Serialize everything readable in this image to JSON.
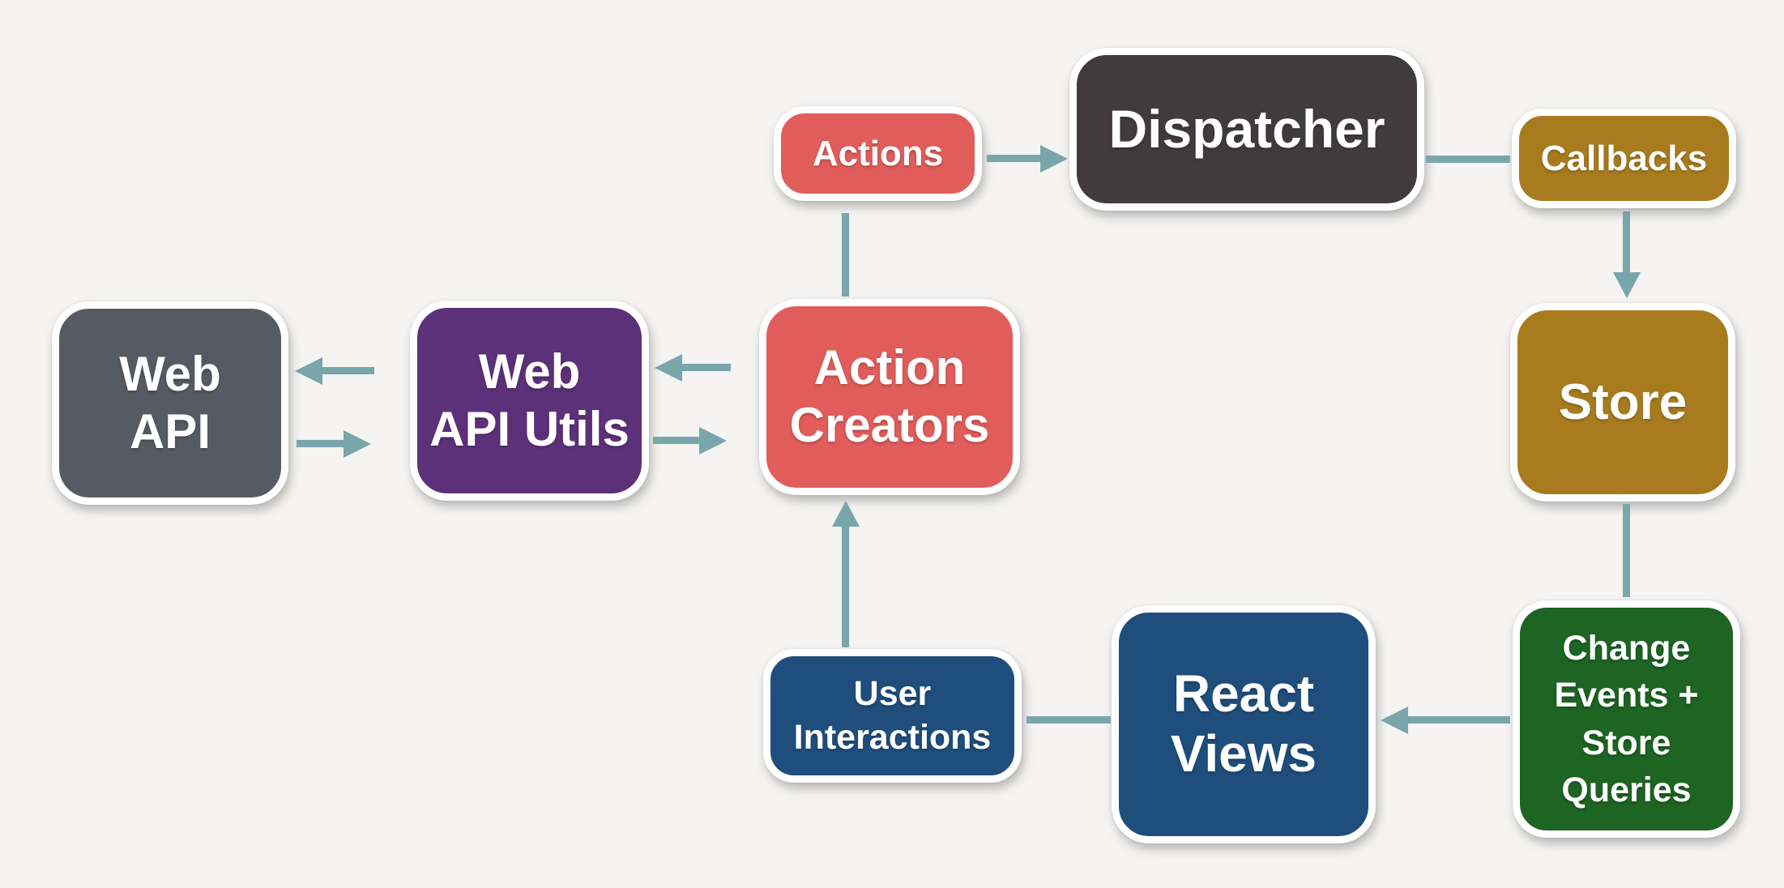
{
  "diagram": {
    "type": "flowchart",
    "description_visible_nodes": 10
  },
  "nodes": {
    "actions": {
      "label": "Actions",
      "color": "#e05d5b"
    },
    "dispatcher": {
      "label": "Dispatcher",
      "color": "#403c3d"
    },
    "callbacks": {
      "label": "Callbacks",
      "color": "#a87b1f"
    },
    "store": {
      "label": "Store",
      "color": "#a87b1f"
    },
    "web_api": {
      "label": "Web\nAPI",
      "color": "#565a62"
    },
    "web_api_utils": {
      "label": "Web\nAPI Utils",
      "color": "#5d3179"
    },
    "action_creators": {
      "label": "Action\nCreators",
      "color": "#e05d5b"
    },
    "user_interactions": {
      "label": "User\nInteractions",
      "color": "#1f4e7c"
    },
    "react_views": {
      "label": "React\nViews",
      "color": "#1f4e7c"
    },
    "change_events": {
      "label": "Change\nEvents +\nStore\nQueries",
      "color": "#1e6423"
    }
  },
  "edges": [
    {
      "from": "Actions",
      "to": "Dispatcher",
      "arrowhead": true
    },
    {
      "from": "Dispatcher",
      "to": "Callbacks",
      "arrowhead": false
    },
    {
      "from": "Callbacks",
      "to": "Store",
      "arrowhead": true
    },
    {
      "from": "Store",
      "to": "Change Events + Store Queries",
      "arrowhead": false
    },
    {
      "from": "Change Events + Store Queries",
      "to": "React Views",
      "arrowhead": true
    },
    {
      "from": "React Views",
      "to": "User Interactions",
      "arrowhead": false
    },
    {
      "from": "User Interactions",
      "to": "Action Creators",
      "arrowhead": true
    },
    {
      "from": "Action Creators",
      "to": "Actions",
      "arrowhead": false
    },
    {
      "from": "Action Creators",
      "to": "Web API Utils",
      "arrowhead": true
    },
    {
      "from": "Web API Utils",
      "to": "Action Creators",
      "arrowhead": true
    },
    {
      "from": "Web API Utils",
      "to": "Web API",
      "arrowhead": true
    },
    {
      "from": "Web API",
      "to": "Web API Utils",
      "arrowhead": true
    }
  ],
  "colors": {
    "background": "#f5f4f2",
    "arrow": "#78a6ab",
    "node_border": "#ffffff",
    "node_text": "#ffffff"
  }
}
